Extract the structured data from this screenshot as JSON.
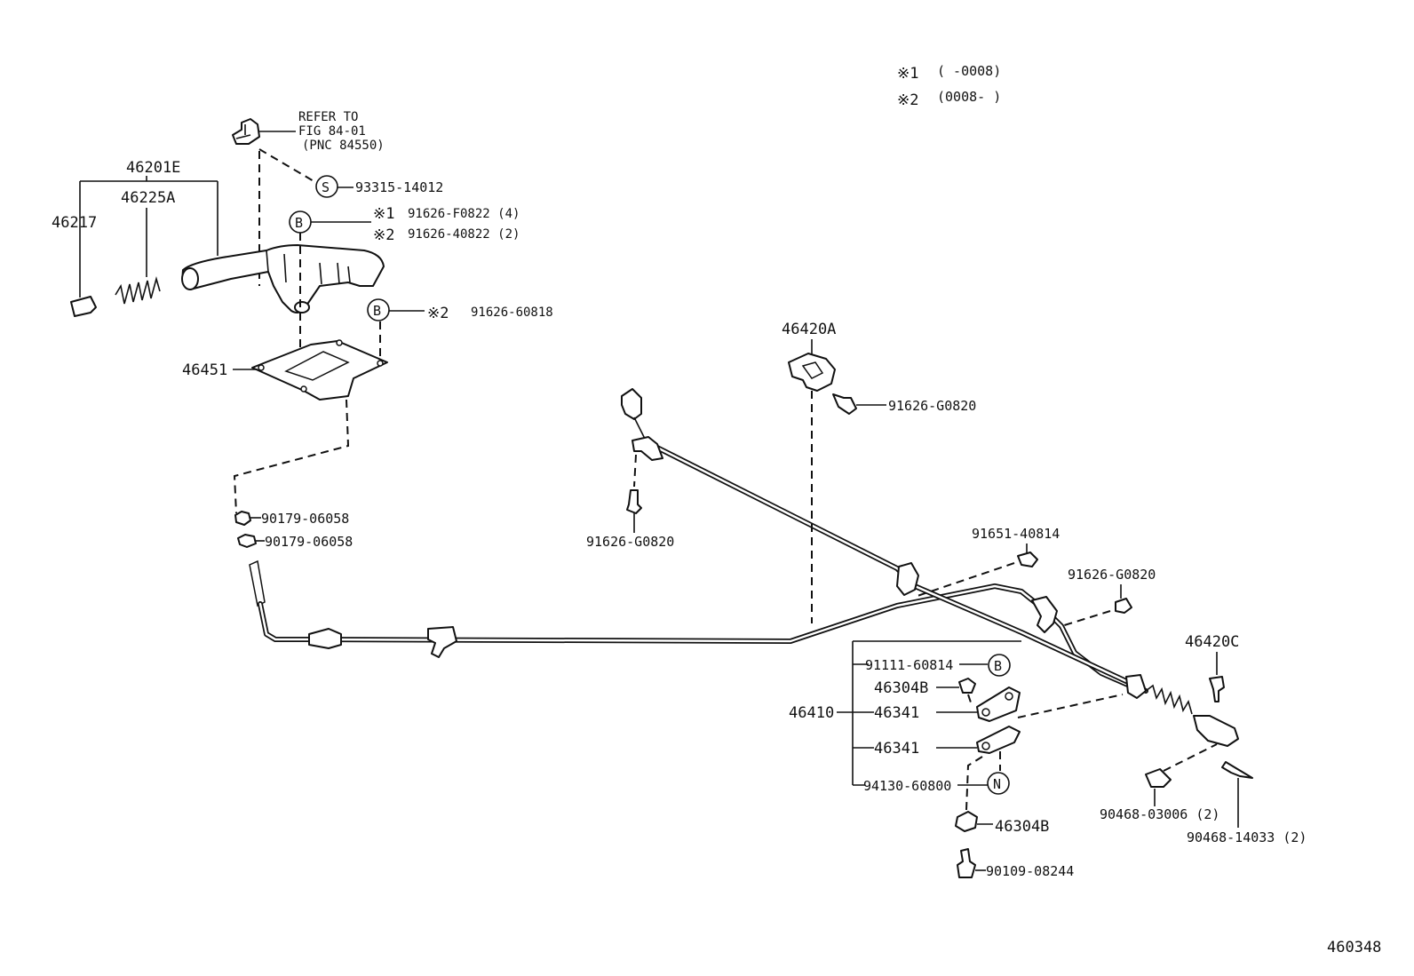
{
  "notes": [
    {
      "mark": "※1",
      "text": "(      -0008)"
    },
    {
      "mark": "※2",
      "text": "(0008-      )"
    }
  ],
  "refer": {
    "line1": "REFER TO",
    "line2": "FIG 84-01",
    "line3": "(PNC 84550)"
  },
  "labels": {
    "assy_46201e": "46201E",
    "p46225a": "46225A",
    "p46217": "46217",
    "p93315": "93315-14012",
    "mark_s": "S",
    "mark_b": "B",
    "mark_n": "N",
    "sym1": "※1",
    "sym2": "※2",
    "p91626_f0822": "91626-F0822 (4)",
    "p91626_40822": "91626-40822 (2)",
    "p91626_60818": "91626-60818",
    "p46451": "46451",
    "p90179_a": "90179-06058",
    "p90179_b": "90179-06058",
    "p46420a": "46420A",
    "p91626_g0820_a": "91626-G0820",
    "p91626_g0820_b": "91626-G0820",
    "p91626_g0820_c": "91626-G0820",
    "p91651": "91651-40814",
    "p46420c": "46420C",
    "p91111": "91111-60814",
    "p46304b_a": "46304B",
    "p46410": "46410",
    "p46341_a": "46341",
    "p46341_b": "46341",
    "p94130": "94130-60800",
    "p46304b_b": "46304B",
    "p90109": "90109-08244",
    "p90468_03006": "90468-03006 (2)",
    "p90468_14033": "90468-14033 (2)",
    "diagram_no": "460348"
  }
}
